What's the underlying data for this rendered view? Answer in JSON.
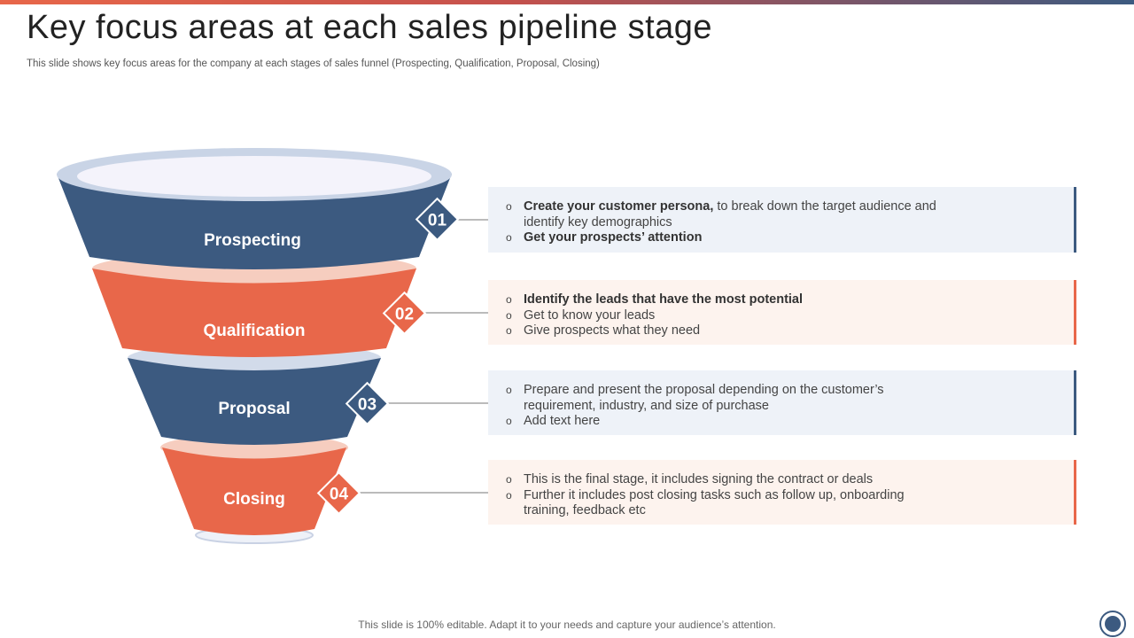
{
  "slide": {
    "title": "Key focus areas at each sales pipeline stage",
    "subtitle": "This slide shows key focus areas for the company at each stages of sales funnel (Prospecting, Qualification, Proposal, Closing)",
    "footer": "This slide is 100% editable. Adapt it to your needs and capture your audience’s attention."
  },
  "colors": {
    "blue": "#3c5a80",
    "orange": "#e8674a",
    "blue_panel": "#eef2f8",
    "orange_panel": "#fdf3ee"
  },
  "stages": [
    {
      "number": "01",
      "label": "Prospecting",
      "color": "blue",
      "points": [
        {
          "bold": "Create your customer persona,",
          "text": " to break down the target audience and identify key demographics"
        },
        {
          "bold": "Get your prospects’ attention",
          "text": ""
        }
      ]
    },
    {
      "number": "02",
      "label": "Qualification",
      "color": "orange",
      "points": [
        {
          "bold": "Identify the leads that have the most potential",
          "text": ""
        },
        {
          "bold": "",
          "text": "Get to know your leads"
        },
        {
          "bold": "",
          "text": "Give prospects what they need"
        }
      ]
    },
    {
      "number": "03",
      "label": "Proposal",
      "color": "blue",
      "points": [
        {
          "bold": "",
          "text": "Prepare and present the proposal depending on the customer’s requirement, industry, and size of purchase"
        },
        {
          "bold": "",
          "text": "Add text here"
        }
      ]
    },
    {
      "number": "04",
      "label": "Closing",
      "color": "orange",
      "points": [
        {
          "bold": "",
          "text": "This is the final stage, it includes signing the contract or deals"
        },
        {
          "bold": "",
          "text": "Further it includes post closing tasks such as follow up, onboarding training, feedback etc"
        }
      ]
    }
  ],
  "bullet_glyph": "o"
}
